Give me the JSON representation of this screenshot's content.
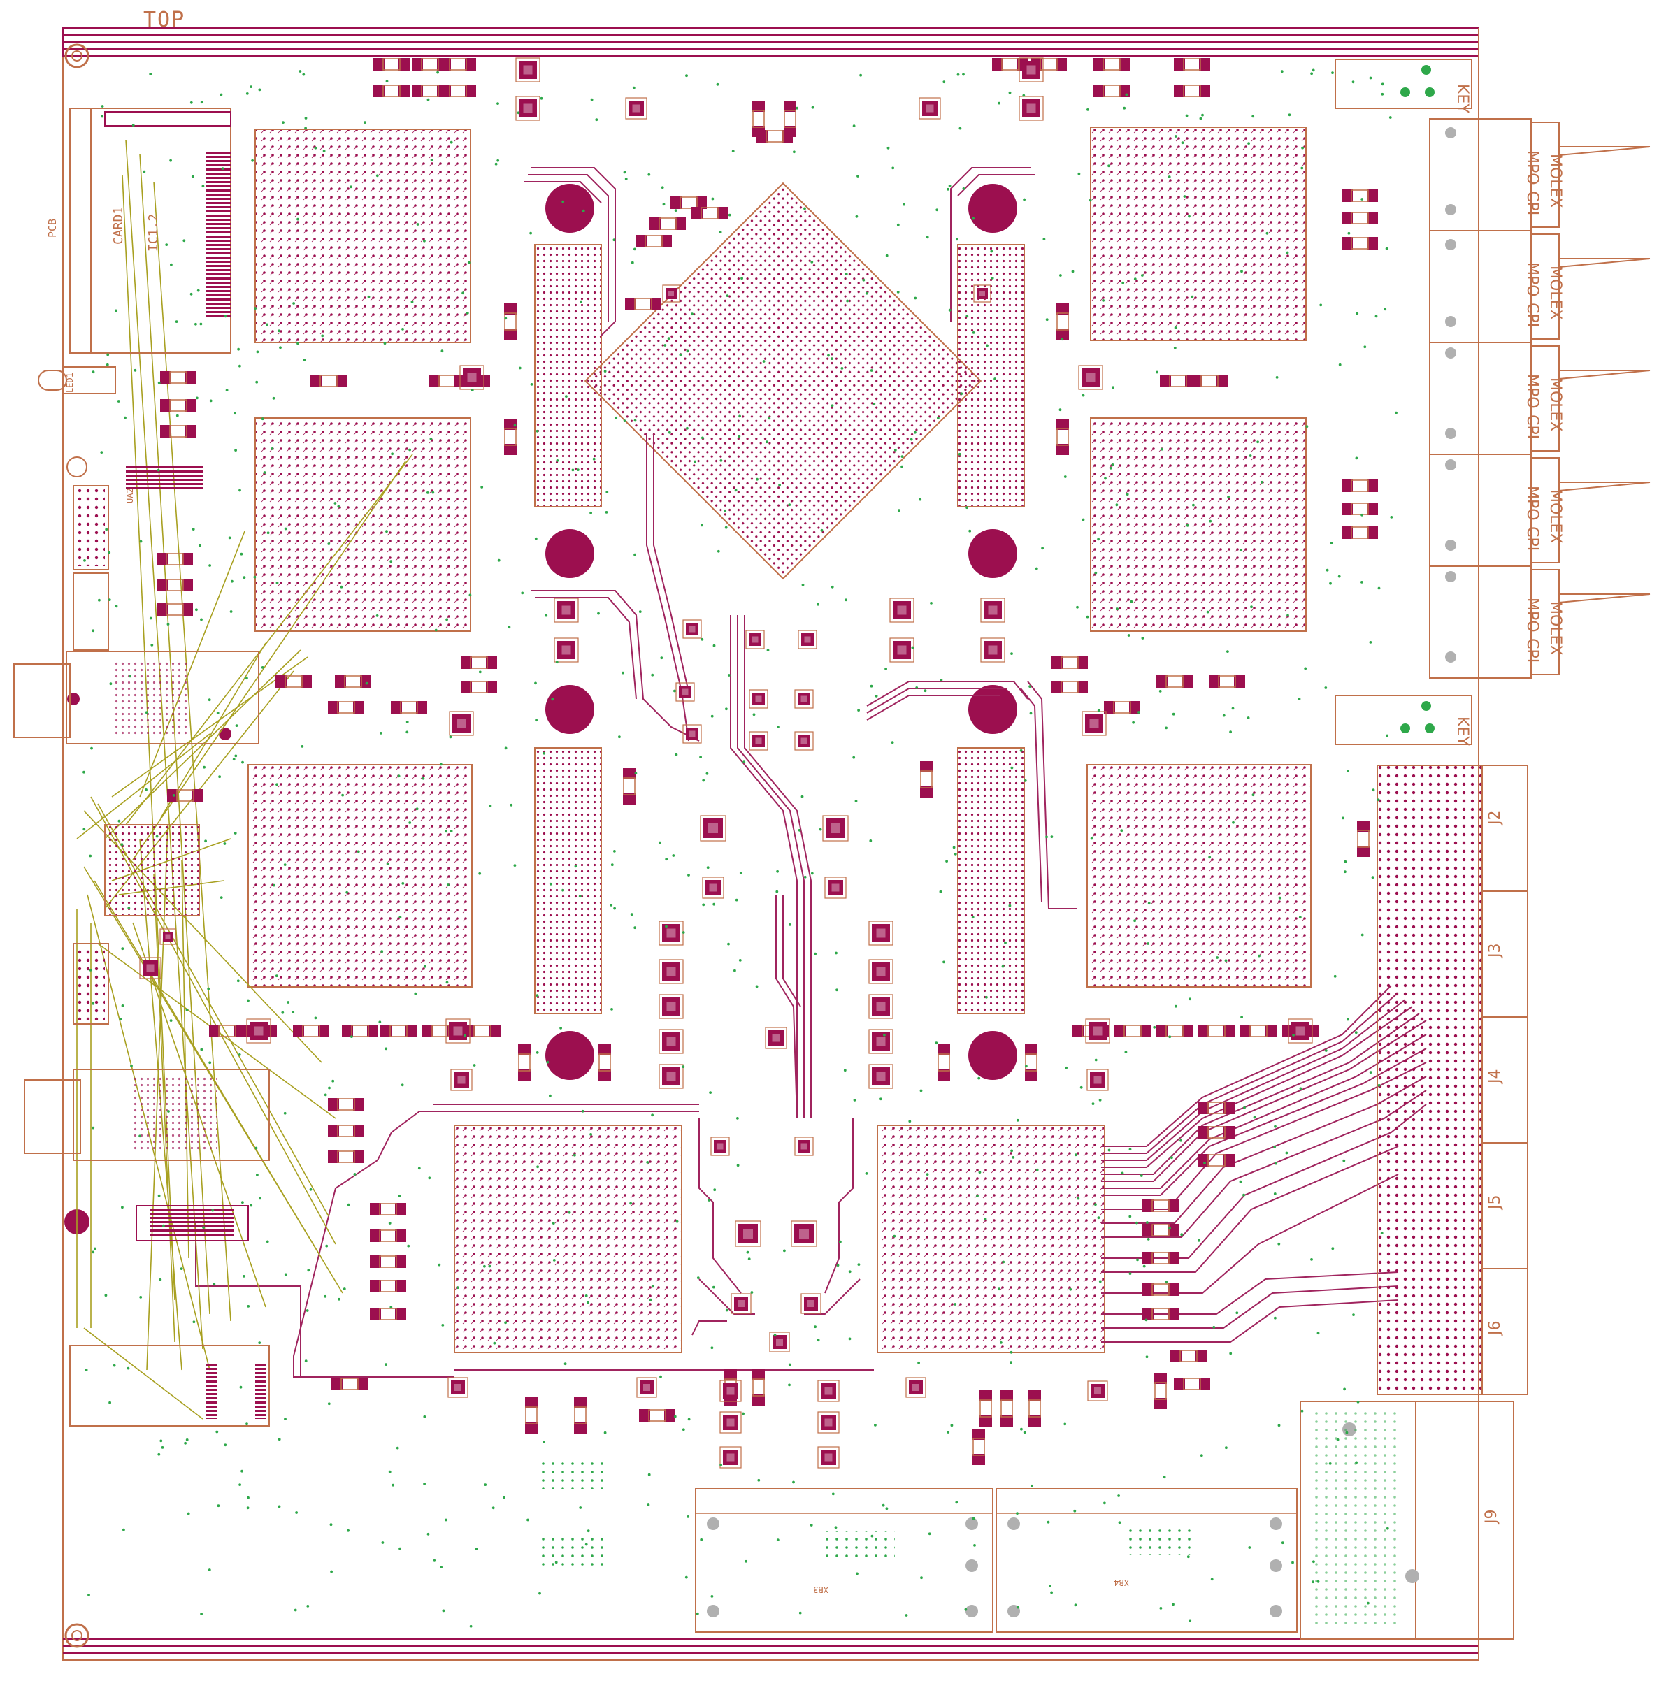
{
  "board": {
    "layer_label": "TOP",
    "side_labels": [
      "PCB",
      "CARD1",
      "IC1.2",
      "LED1",
      "UA2"
    ],
    "key_labels": [
      "KEY",
      "KEY"
    ],
    "mpo_labels": [
      {
        "line1": "MOLEX",
        "line2": "MPO-CPI"
      },
      {
        "line1": "MOLEX",
        "line2": "MPO-CPI"
      },
      {
        "line1": "MOLEX",
        "line2": "MPO-CPI"
      },
      {
        "line1": "MOLEX",
        "line2": "MPO-CPI"
      },
      {
        "line1": "MOLEX",
        "line2": "MPO-CPI"
      }
    ],
    "connector_labels": [
      "J2",
      "J3",
      "J4",
      "J5",
      "J6",
      "J9"
    ],
    "module_labels": [
      "XB3",
      "XB4"
    ]
  },
  "colors": {
    "copper": "#9c0f4f",
    "trace": "#a0245e",
    "outline": "#c0704a",
    "ratsnest": "#a8a020",
    "via_green": "#2ea84a",
    "background": "#ffffff"
  }
}
